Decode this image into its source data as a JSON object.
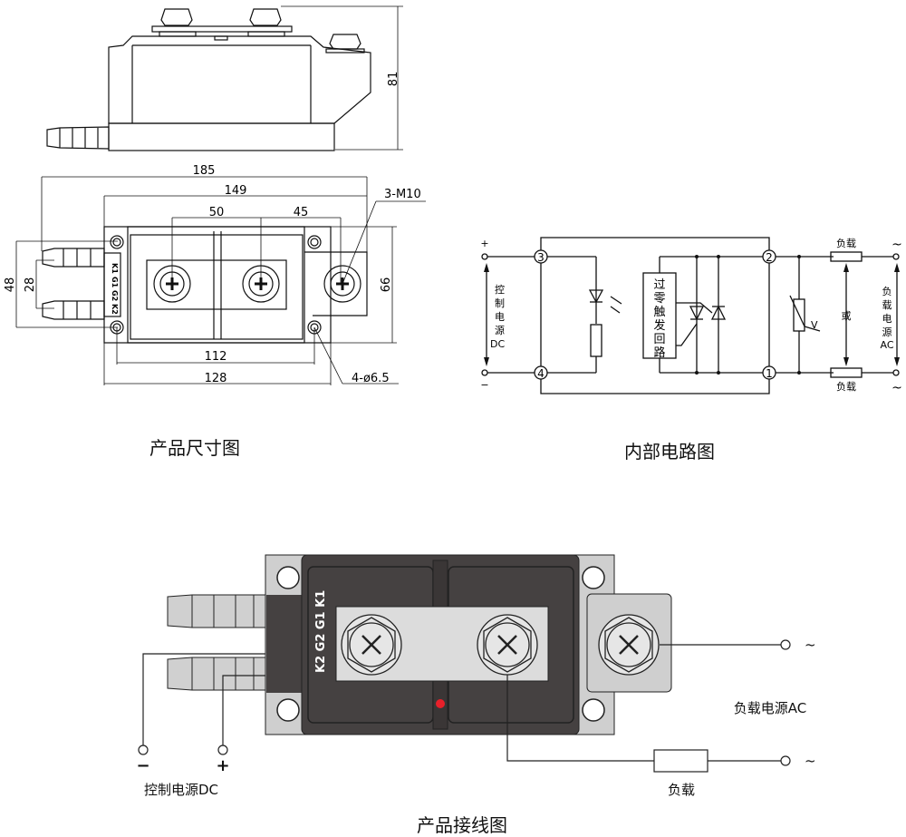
{
  "captions": {
    "dimensions": "产品尺寸图",
    "circuit": "内部电路图",
    "wiring": "产品接线图"
  },
  "dimensions": {
    "height": "81",
    "overall_length": "185",
    "body_length": "149",
    "terminal_spacing_1": "50",
    "terminal_spacing_2": "45",
    "screw_label": "3-M10",
    "width_overall": "48",
    "hose_spacing": "28",
    "terminal_width": "66",
    "mount_hole_spacing": "112",
    "base_length": "128",
    "hole_label": "4-ø6.5",
    "pin_labels": [
      "K1",
      "G1",
      "G2",
      "K2"
    ]
  },
  "circuit": {
    "dc_plus": "+",
    "dc_minus": "−",
    "dc_label": [
      "控",
      "制",
      "电",
      "源",
      "DC"
    ],
    "terminals": [
      "3",
      "4",
      "2",
      "1"
    ],
    "trigger_label": [
      "过",
      "零",
      "触",
      "发",
      "回",
      "路"
    ],
    "varistor_label": "V",
    "load_top": "负载",
    "load_bottom": "负载",
    "or_label": "或",
    "ac_label": [
      "负",
      "载",
      "电",
      "源",
      "AC"
    ],
    "ac_symbol": "~"
  },
  "wiring": {
    "pin_labels": "K2  G2  G1  K1",
    "dc_minus": "−",
    "dc_plus": "+",
    "dc_label": "控制电源DC",
    "ac_label": "负载电源AC",
    "load_label": "负载",
    "ac_symbol": "~",
    "colors": {
      "body_dark": "#454141",
      "plate_light": "#d9d9d9",
      "indicator": "#e8202a"
    }
  }
}
